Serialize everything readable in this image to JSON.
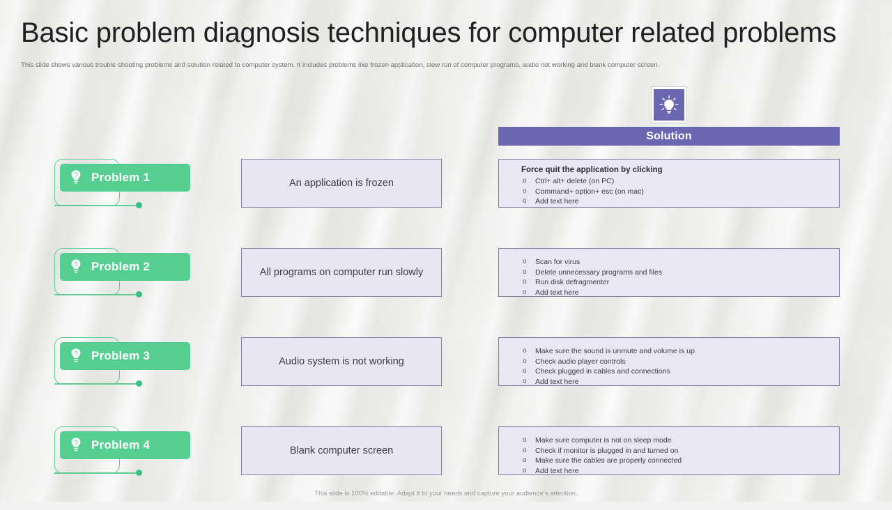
{
  "slide": {
    "title": "Basic problem diagnosis techniques for computer related problems",
    "subtitle": "This slide shows various trouble shooting problems and solution related to computer system. It includes problems like  frozen application, slow run of computer programs, audio not working and blank computer screen.",
    "footer": "This slide is 100% editable. Adapt it to your needs and capture your audience's attention."
  },
  "solution_header": {
    "label": "Solution",
    "icon": "lightbulb-icon",
    "bar_color": "#6a67b0",
    "icon_bg_color": "#6a67b0"
  },
  "colors": {
    "badge_green": "#55cf91",
    "outline_green": "#5ecb93",
    "dot_green": "#3cbe83",
    "purple": "#6a67b0",
    "box_fill": "#e8e8f4",
    "box_border": "#7b7ba0",
    "background": "#f2f2f0"
  },
  "rows": [
    {
      "badge_label": "Problem 1",
      "badge_icon": "lightbulb-icon",
      "problem": "An application is frozen",
      "solution_heading": "Force quit the application by clicking",
      "solution_items": [
        "Ctrl+ alt+ delete (on PC)",
        "Command+ option+ esc (on mac)",
        "Add text here"
      ]
    },
    {
      "badge_label": "Problem 2",
      "badge_icon": "lightbulb-icon",
      "problem": "All programs on computer run slowly",
      "solution_heading": "",
      "solution_items": [
        "Scan for virus",
        "Delete unnecessary programs and files",
        "Run disk defragmenter",
        "Add text here"
      ]
    },
    {
      "badge_label": "Problem 3",
      "badge_icon": "lightbulb-icon",
      "problem": "Audio system is not working",
      "solution_heading": "",
      "solution_items": [
        "Make sure the sound is unmute and volume is up",
        "Check audio player controls",
        "Check plugged in cables and connections",
        "Add text here"
      ]
    },
    {
      "badge_label": "Problem 4",
      "badge_icon": "lightbulb-icon",
      "problem": "Blank computer screen",
      "solution_heading": "",
      "solution_items": [
        "Make sure computer is not on sleep mode",
        "Check if monitor is plugged in and turned on",
        "Make sure the cables are properly connected",
        "Add text here"
      ]
    }
  ],
  "bullet_marker": "o"
}
